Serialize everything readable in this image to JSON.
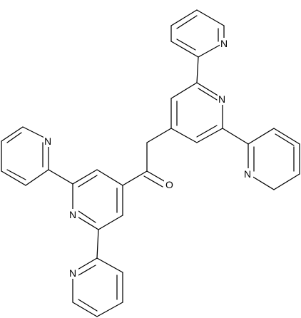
{
  "atoms": [
    {
      "id": "N1",
      "label": "N"
    },
    {
      "id": "N2",
      "label": "N"
    },
    {
      "id": "N3",
      "label": "N"
    },
    {
      "id": "O1",
      "label": "O"
    },
    {
      "id": "N4",
      "label": "N"
    },
    {
      "id": "N5",
      "label": "N"
    },
    {
      "id": "N6",
      "label": "N"
    }
  ]
}
